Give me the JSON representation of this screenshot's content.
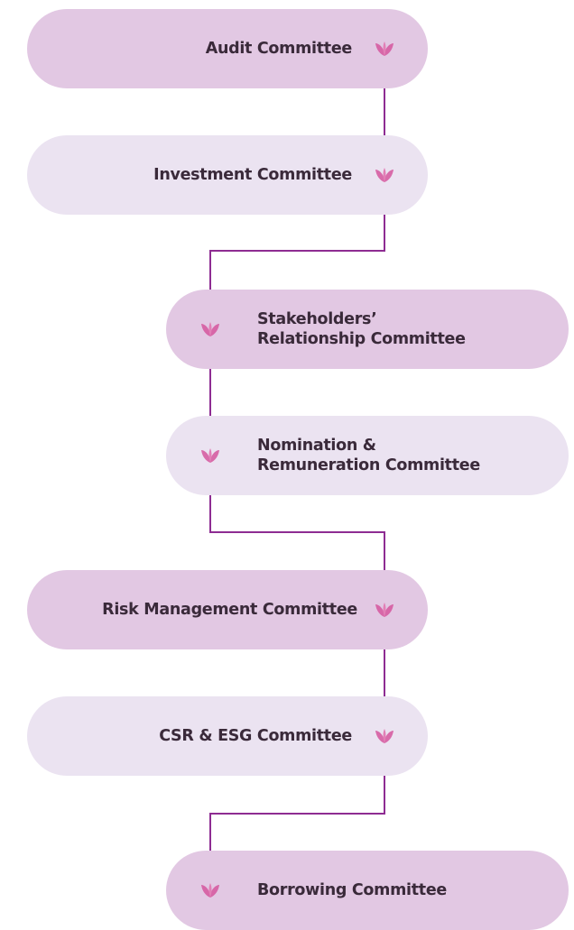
{
  "colors": {
    "pill_dark": "#e2c8e3",
    "pill_light": "#ebe3f1",
    "connector": "#8e2c92",
    "leaf": "#d5569e",
    "text": "#3a2a3a"
  },
  "committees": [
    {
      "lines": [
        "Audit Committee"
      ]
    },
    {
      "lines": [
        "Investment Committee"
      ]
    },
    {
      "lines": [
        "Stakeholders’",
        "Relationship Committee"
      ]
    },
    {
      "lines": [
        "Nomination &",
        "Remuneration Committee"
      ]
    },
    {
      "lines": [
        "Risk Management Committee"
      ]
    },
    {
      "lines": [
        "CSR & ESG Committee"
      ]
    },
    {
      "lines": [
        "Borrowing Committee"
      ]
    }
  ]
}
